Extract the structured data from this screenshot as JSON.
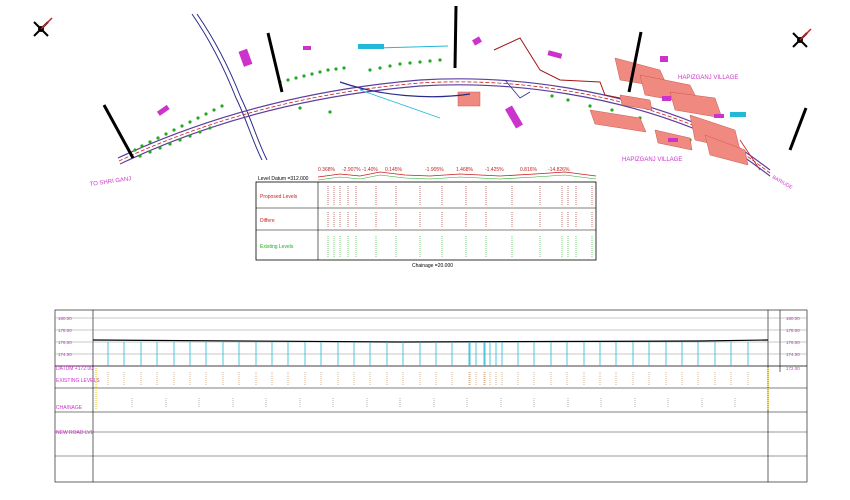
{
  "plan": {
    "village_label_1": "HAPIZGANJ VILLAGE",
    "village_label_2": "HAPIZGANJ VILLAGE",
    "left_end_label": "TO SHRI GANJ",
    "right_end_label": "BARIUDE",
    "level_datum": "Level Datum =312.000",
    "row_proposed": "Proposed Levels",
    "row_difference": "Differe",
    "row_existing": "Existing Levels",
    "chainage": "Chainage =20.000",
    "gradients": [
      "0.368%",
      "-2.907%",
      "-1.40%",
      "0.145%",
      "-1.905%",
      "1.468%",
      "-1.425%",
      "0.816%",
      "-14.826%"
    ]
  },
  "profile": {
    "datum_label": "DATUM +172.00",
    "existing_label": "EXISTING LEVELS",
    "chainage_label": "CHAINAGE",
    "new_road_label": "NEW ROAD LVL",
    "levels_left": [
      "180.00",
      "178.00",
      "176.00",
      "174.00"
    ],
    "levels_right": [
      "180.00",
      "178.00",
      "176.00",
      "174.00",
      "172.00"
    ]
  },
  "colors": {
    "magenta": "#cc33cc",
    "red": "#c81e1e",
    "green": "#22aa22",
    "cyan": "#22b8d8",
    "salmon": "#f08a80",
    "road": "#5c3fa0"
  }
}
